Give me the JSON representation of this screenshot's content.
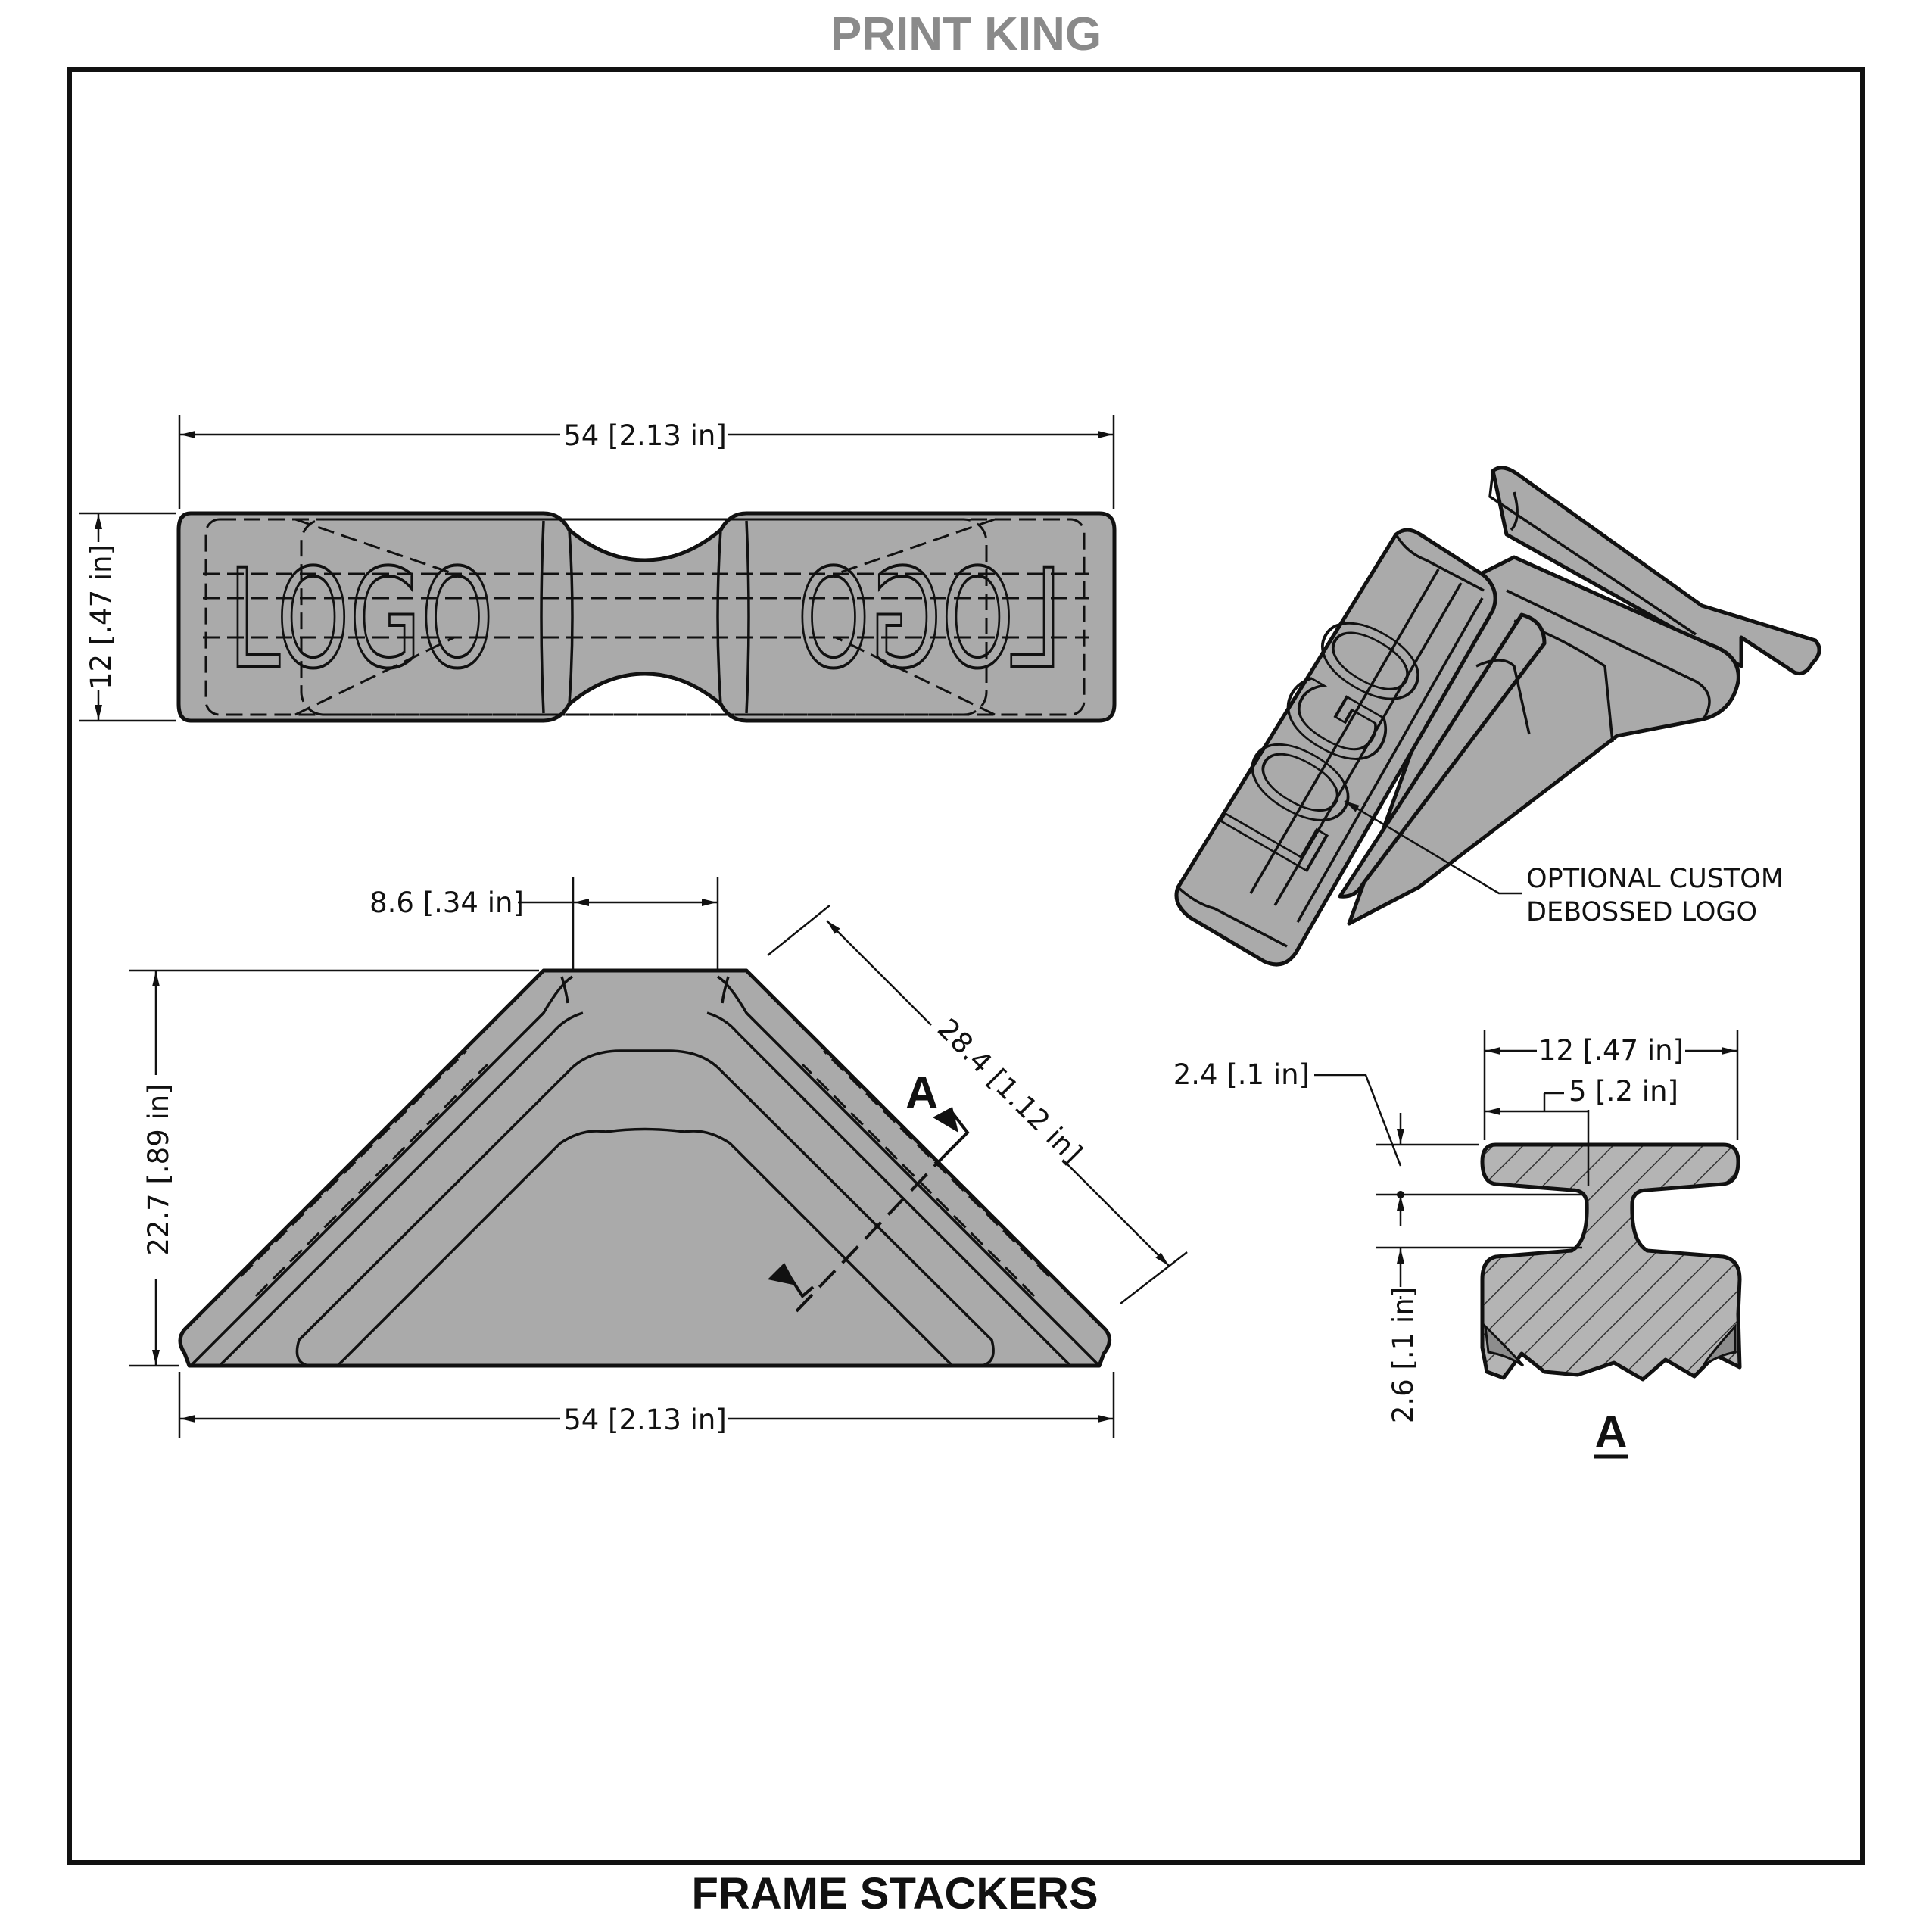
{
  "header": {
    "title": "PRINT KING"
  },
  "footer": {
    "title": "FRAME STACKERS"
  },
  "top_view": {
    "dim_width": "54 [2.13 in]",
    "dim_height": "12 [.47 in]",
    "logo_left": "LOGO",
    "logo_right": "LOGO"
  },
  "front_view": {
    "dim_top": "8.6 [.34 in]",
    "dim_height": "22.7 [.89 in]",
    "dim_slant": "28.4 [1.12 in]",
    "dim_bottom": "54 [2.13 in]",
    "section_marker": "A"
  },
  "iso_view": {
    "logo": "LOGO",
    "note_line1": "OPTIONAL CUSTOM",
    "note_line2": "DEBOSSED LOGO"
  },
  "section_view": {
    "dim_width": "12 [.47 in]",
    "dim_inner": "5 [.2 in]",
    "dim_top": "2.4 [.1 in]",
    "dim_bottom": "2.6 [.1 in]",
    "label": "A"
  }
}
